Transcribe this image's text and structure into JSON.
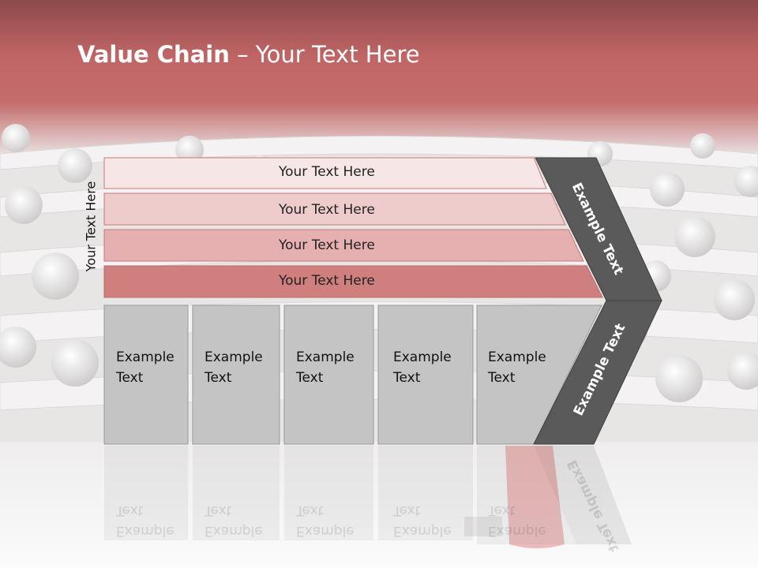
{
  "slide": {
    "title_bold": "Value Chain",
    "title_rest": " – Your Text Here",
    "side_label": "Your Text Here",
    "support_activities": [
      "Your Text Here",
      "Your Text Here",
      "Your Text Here",
      "Your Text Here"
    ],
    "primary_activities": [
      [
        "Example",
        "Text"
      ],
      [
        "Example",
        "Text"
      ],
      [
        "Example",
        "Text"
      ],
      [
        "Example",
        "Text"
      ],
      [
        "Example",
        "Text"
      ]
    ],
    "arrow_top_label": "Example Text",
    "arrow_bottom_label": "Example Text"
  },
  "colors": {
    "header": "#bf5f5f",
    "band_1": "#f7e6e6",
    "band_2": "#efcccc",
    "band_3": "#e6b0b0",
    "band_4": "#d07f7f",
    "box_fill": "#c4c4c4",
    "arrow_fill": "#5a5a5a"
  }
}
